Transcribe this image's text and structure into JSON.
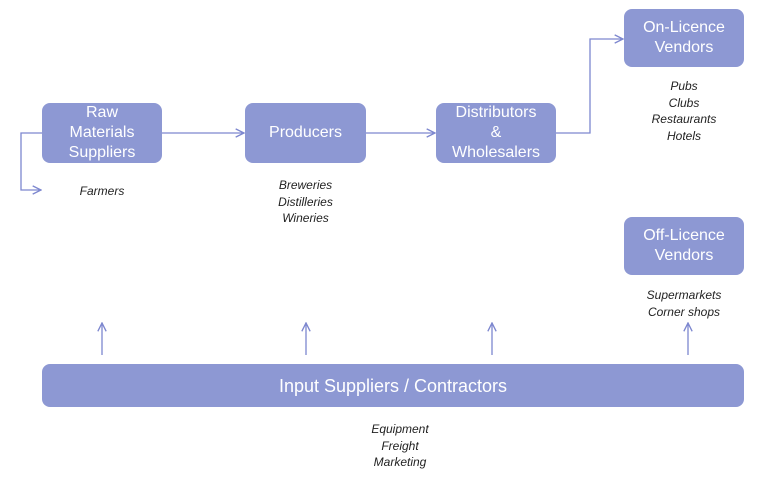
{
  "colors": {
    "box_fill": "#8d98d3",
    "box_text": "#ffffff",
    "connector": "#7d87cf",
    "caption_text": "#222222"
  },
  "nodes": {
    "raw_materials": {
      "label": "Raw\nMaterials\nSuppliers",
      "caption": "Farmers"
    },
    "producers": {
      "label": "Producers",
      "caption": "Breweries\nDistilleries\nWineries"
    },
    "distributors": {
      "label": "Distributors\n&\nWholesalers",
      "caption": ""
    },
    "on_licence": {
      "label": "On-Licence\nVendors",
      "caption": "Pubs\nClubs\nRestaurants\nHotels"
    },
    "off_licence": {
      "label": "Off-Licence\nVendors",
      "caption": "Supermarkets\nCorner shops"
    },
    "input_suppliers": {
      "label": "Input Suppliers / Contractors",
      "caption": "Equipment\nFreight\nMarketing"
    }
  },
  "edges": [
    {
      "from": "raw_materials",
      "to": "producers"
    },
    {
      "from": "producers",
      "to": "distributors"
    },
    {
      "from": "distributors",
      "to": "on_licence"
    },
    {
      "from": "raw_materials",
      "to": "farmers-caption"
    },
    {
      "from": "input_suppliers",
      "to": "raw_materials"
    },
    {
      "from": "input_suppliers",
      "to": "producers"
    },
    {
      "from": "input_suppliers",
      "to": "distributors"
    },
    {
      "from": "input_suppliers",
      "to": "off_licence"
    }
  ]
}
